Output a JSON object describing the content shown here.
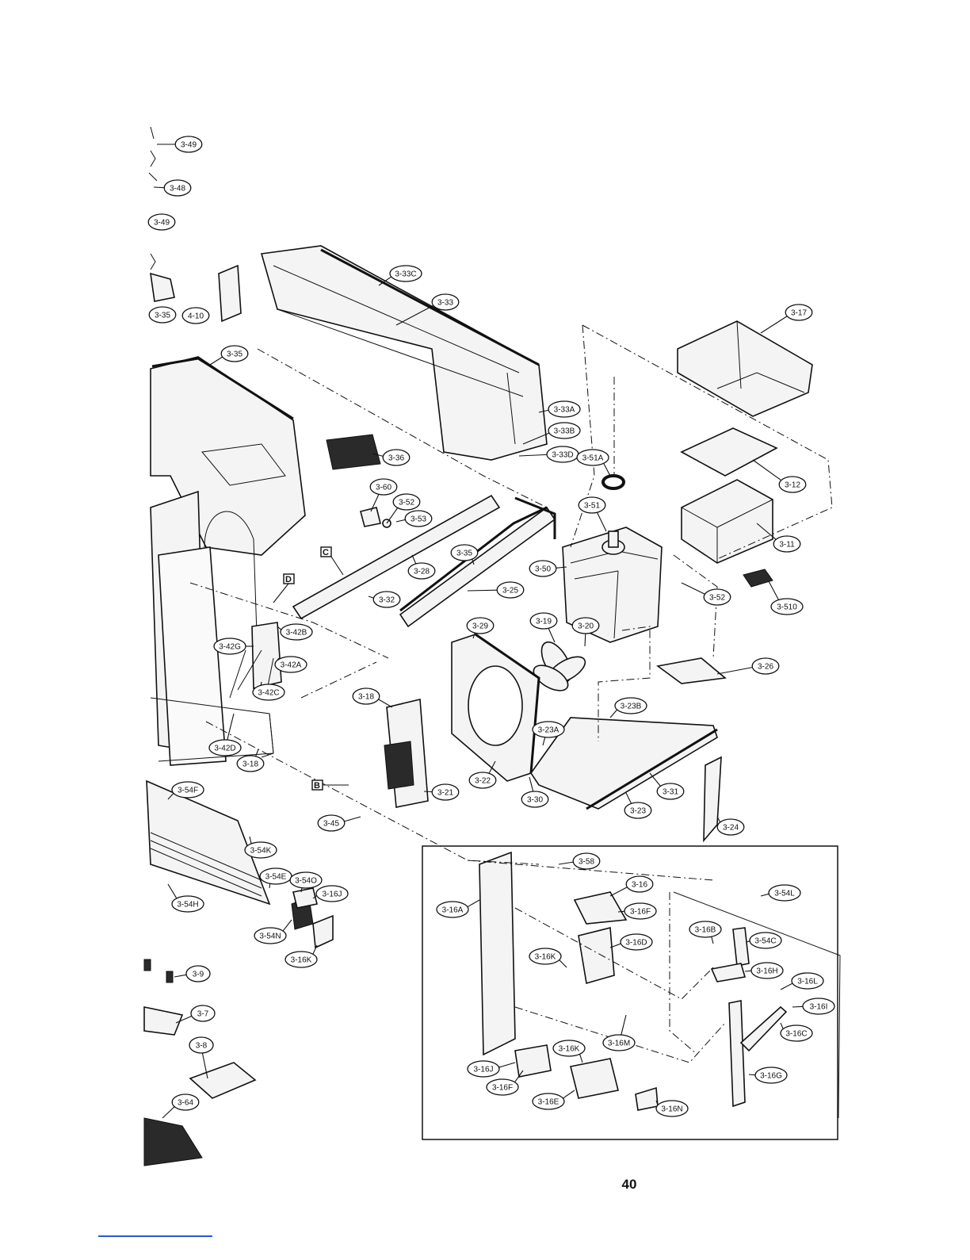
{
  "page_number": "40",
  "colors": {
    "ink": "#111111",
    "paper": "#ffffff",
    "footer_rule": "#2b57d6"
  },
  "box_labels": [
    "D",
    "C",
    "B"
  ],
  "callouts": [
    "3-49",
    "3-48",
    "3-49",
    "3-35",
    "4-10",
    "3-33C",
    "3-33",
    "3-35",
    "3-17",
    "3-33A",
    "3-33B",
    "3-33D",
    "3-51A",
    "3-36",
    "3-12",
    "3-60",
    "3-52",
    "3-53",
    "3-51",
    "3-11",
    "3-35",
    "3-28",
    "3-50",
    "3-25",
    "3-32",
    "3-52",
    "3-510",
    "3-42B",
    "3-19",
    "3-20",
    "3-29",
    "3-42G",
    "3-42A",
    "3-26",
    "3-42C",
    "3-18",
    "3-23B",
    "3-23A",
    "3-42D",
    "3-18",
    "3-22",
    "3-21",
    "3-31",
    "3-30",
    "3-23",
    "3-54F",
    "3-45",
    "3-24",
    "3-54K",
    "3-58",
    "3-54E",
    "3-54O",
    "3-16J",
    "3-16",
    "3-54L",
    "3-16A",
    "3-16F",
    "3-54H",
    "3-54N",
    "3-16D",
    "3-16K",
    "3-16B",
    "3-54C",
    "3-16K",
    "3-16H",
    "3-9",
    "3-16L",
    "3-16I",
    "3-7",
    "3-16C",
    "3-16M",
    "3-8",
    "3-16K",
    "3-16J",
    "3-16G",
    "3-16F",
    "3-16E",
    "3-16N",
    "3-64"
  ]
}
